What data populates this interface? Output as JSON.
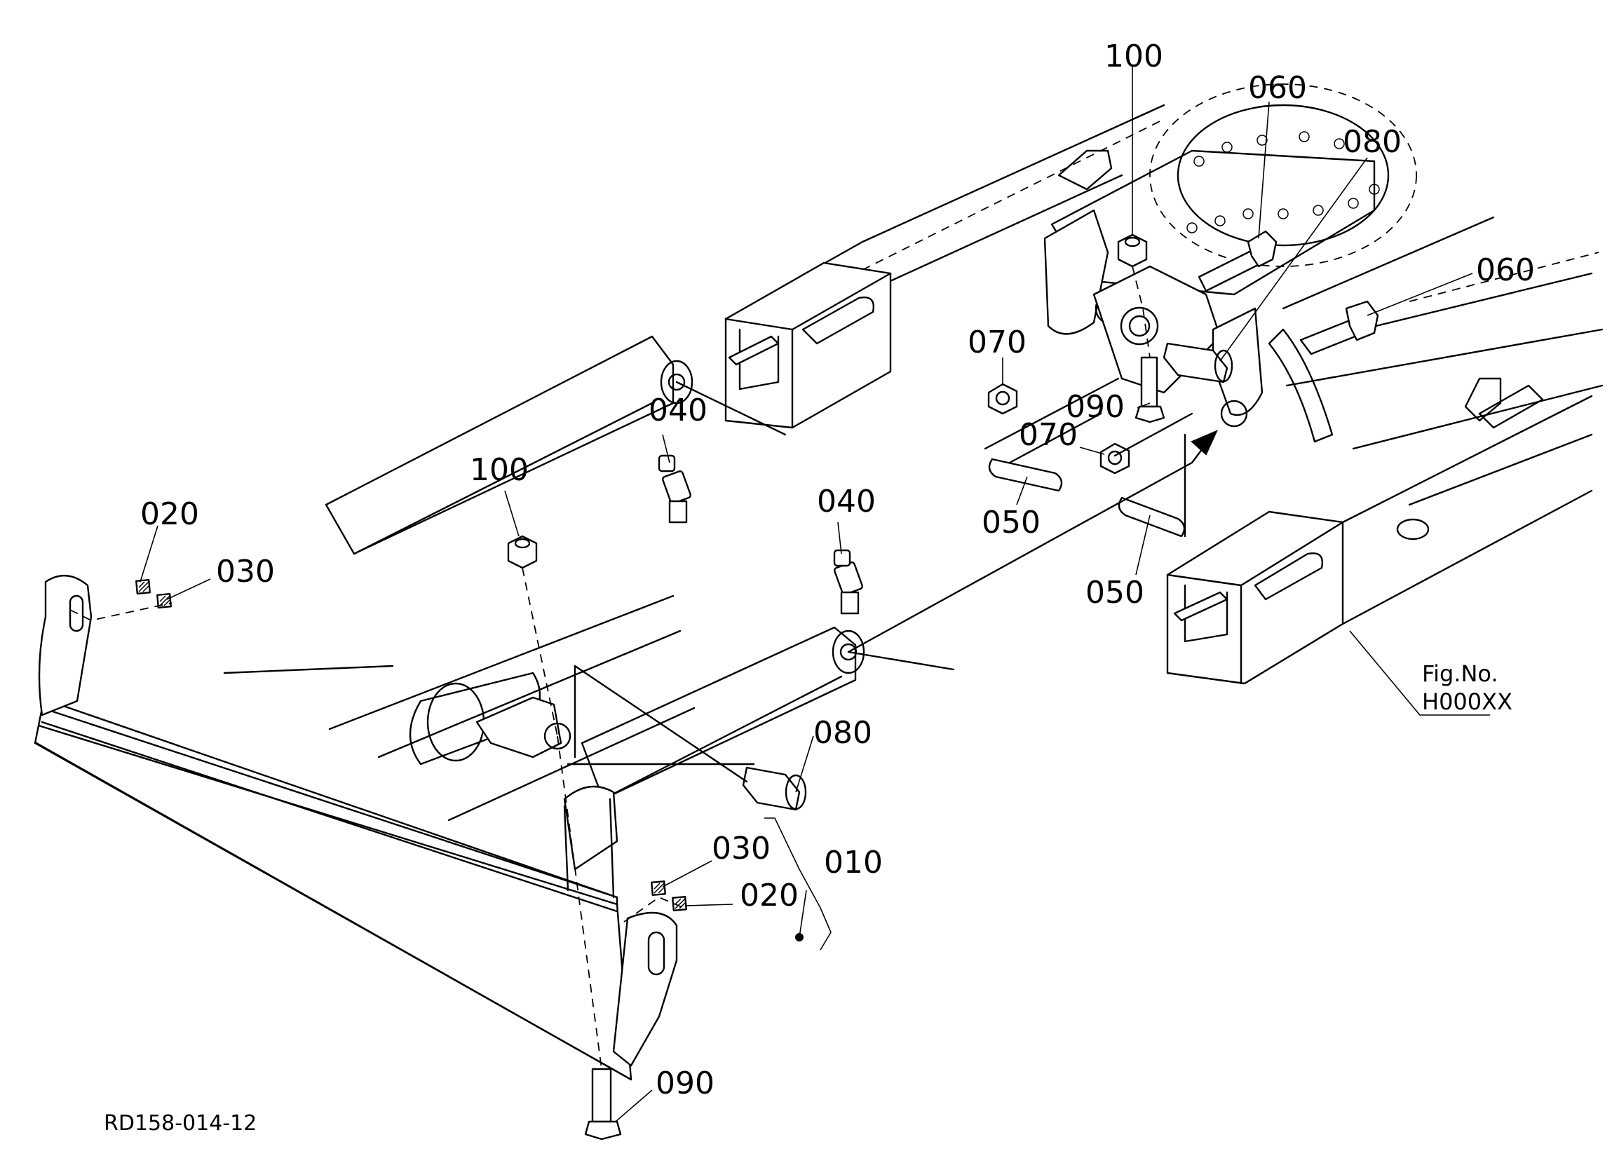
{
  "drawing_code": "RD158-014-12",
  "figure_reference": {
    "line1": "Fig.No.",
    "line2": "H000XX"
  },
  "callouts": {
    "p010": "010",
    "p020_left": "020",
    "p020_right": "020",
    "p030_left": "030",
    "p030_right": "030",
    "p040_left": "040",
    "p040_right": "040",
    "p050_left": "050",
    "p050_right": "050",
    "p060_top": "060",
    "p060_right": "060",
    "p070_left": "070",
    "p070_right": "070",
    "p080_top": "080",
    "p080_bottom": "080",
    "p090_top": "090",
    "p090_bottom": "090",
    "p100_top": "100",
    "p100_left": "100"
  }
}
